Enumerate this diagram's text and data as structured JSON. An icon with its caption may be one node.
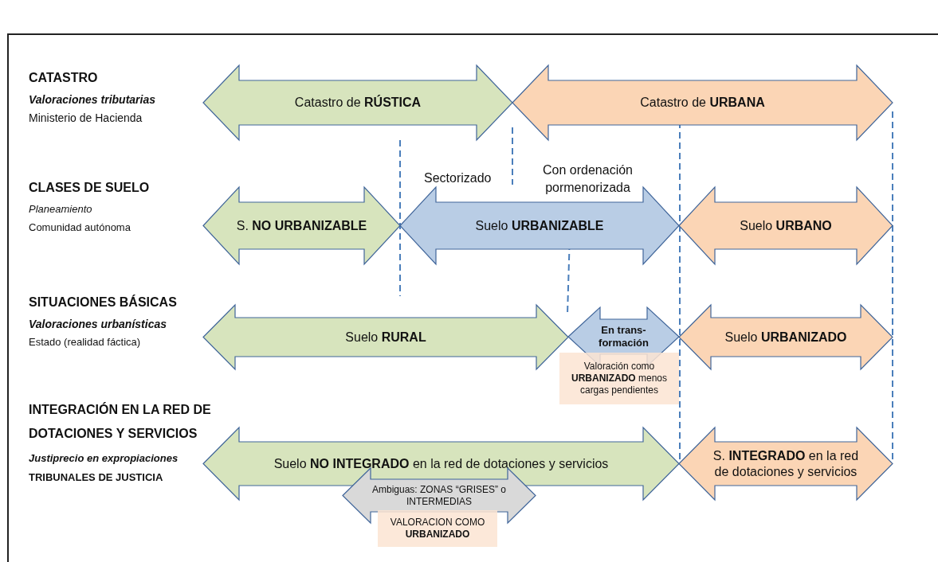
{
  "diagram": {
    "nodes": [
      {
        "text": [
          "Catastro de **RÚSTICA**"
        ]
      },
      {
        "text": [
          "Catastro de **URBANA**"
        ]
      },
      {
        "text": [
          "S. **NO URBANIZABLE**"
        ]
      },
      {
        "text": [
          "Suelo **URBANIZABLE**"
        ]
      },
      {
        "text": [
          "Suelo **URBANO**"
        ]
      },
      {
        "text": [
          "Suelo **RURAL**"
        ]
      },
      {
        "text": [
          "En trans- formación"
        ]
      },
      {
        "text": [
          "Valoración como **URBANIZADO** menos cargas pendientes"
        ]
      },
      {
        "text": [
          "Suelo **URBANIZADO**"
        ]
      },
      {
        "text": [
          "Suelo **NO INTEGRADO** en la red de dotaciones y servicios"
        ]
      },
      {
        "text": [
          "S. **INTEGRADO** en la red de dotaciones y servicios"
        ]
      },
      {
        "text": [
          "Ambiguas: ZONAS “GRISES” o INTERMEDIAS"
        ]
      },
      {
        "text": [
          "VALORACION COMO **URBANIZADO**"
        ]
      }
    ],
    "edges": [],
    "labels": [
      "CATASTRO",
      "Valoraciones tributarias",
      "Ministerio de Hacienda",
      "CLASES DE SUELO",
      "Planeamiento",
      "Comunidad autónoma",
      "Sectorizado",
      "Con ordenación pormenorizada",
      "SITUACIONES BÁSICAS",
      "Valoraciones urbanísticas",
      "Estado (realidad fáctica)",
      "INTEGRACIÓN EN LA RED DE DOTACIONES Y SERVICIOS",
      "Justiprecio en expropiaciones",
      "TRIBUNALES DE JUSTICIA"
    ]
  }
}
